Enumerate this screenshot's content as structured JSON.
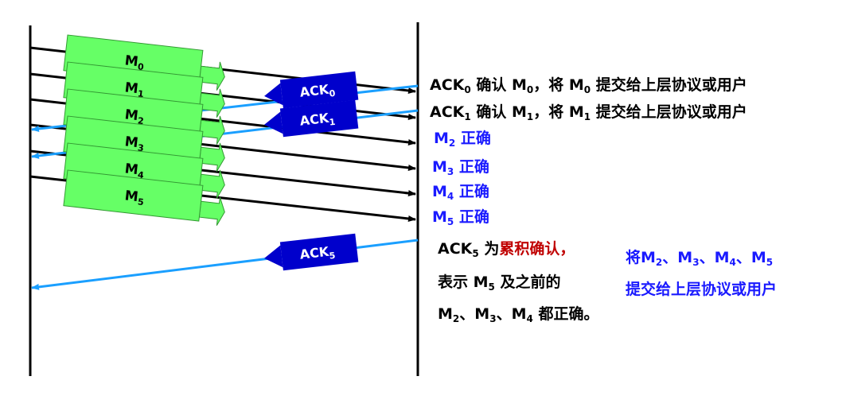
{
  "packets": [
    {
      "name": "M",
      "sub": "0"
    },
    {
      "name": "M",
      "sub": "1"
    },
    {
      "name": "M",
      "sub": "2"
    },
    {
      "name": "M",
      "sub": "3"
    },
    {
      "name": "M",
      "sub": "4"
    },
    {
      "name": "M",
      "sub": "5"
    }
  ],
  "acks": [
    {
      "name": "ACK",
      "sub": "0"
    },
    {
      "name": "ACK",
      "sub": "1"
    },
    {
      "name": "ACK",
      "sub": "5"
    }
  ],
  "notes": {
    "ack0": {
      "a": "ACK",
      "s1": "0",
      "b": " 确认 M",
      "s2": "0",
      "c": "，将 M",
      "s3": "0",
      "d": " 提交给上层协议或用户"
    },
    "ack1": {
      "a": "ACK",
      "s1": "1",
      "b": " 确认 M",
      "s2": "1",
      "c": "，将 M",
      "s3": "1",
      "d": " 提交给上层协议或用户"
    },
    "m2": {
      "a": "M",
      "s": "2",
      "b": " 正确"
    },
    "m3": {
      "a": "M",
      "s": "3",
      "b": " 正确"
    },
    "m4": {
      "a": "M",
      "s": "4",
      "b": " 正确"
    },
    "m5": {
      "a": "M",
      "s": "5",
      "b": " 正确"
    },
    "ack5_line1": {
      "a": "ACK",
      "s": "5",
      "b": " 为",
      "c": "累积确认，"
    },
    "ack5_line2": {
      "a": "表示 M",
      "s": "5",
      "b": " 及之前的"
    },
    "ack5_line3": {
      "a": "M",
      "s1": "2",
      "b": "、M",
      "s2": "3",
      "c": "、M",
      "s3": "4",
      "d": " 都正确。"
    },
    "deliver_line1": {
      "a": "将M",
      "s1": "2",
      "b": "、M",
      "s2": "3",
      "c": "、M",
      "s3": "4",
      "d": "、M",
      "s4": "5"
    },
    "deliver_line2": "提交给上层协议或用户"
  },
  "colors": {
    "packet_fill": "#66ff66",
    "packet_stroke": "#339933",
    "ack_fill": "#0000cc",
    "ack_line": "#1a9fff",
    "data_line": "#000000",
    "note_blue": "#1a1aff",
    "note_red": "#c00000"
  }
}
